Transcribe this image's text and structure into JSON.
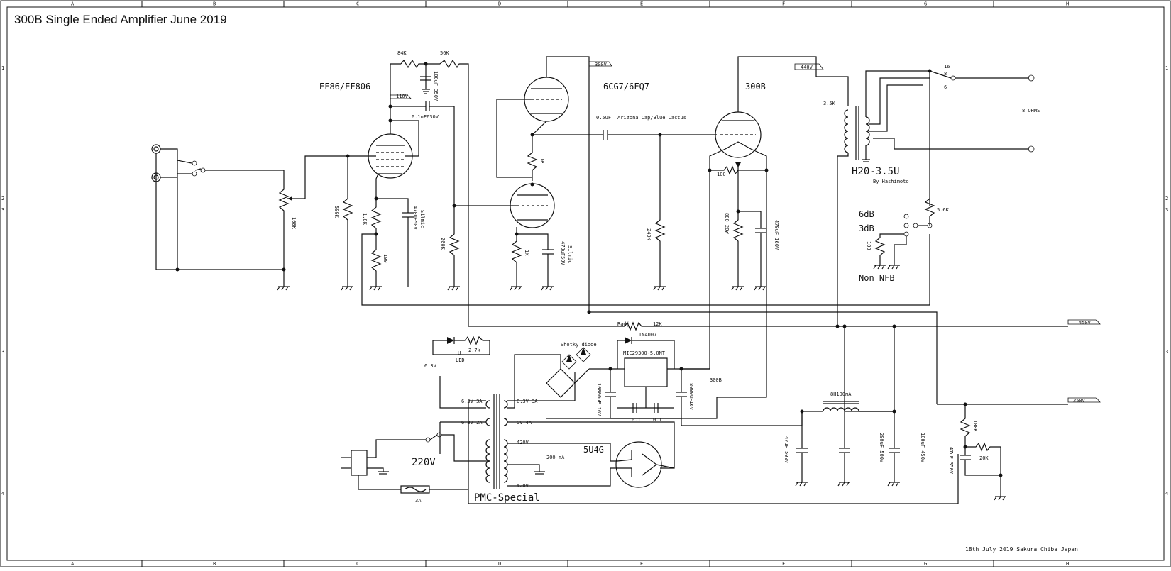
{
  "title": "300B  Single Ended Amplifier June 2019",
  "footer": "18th July 2019 Sakura Chiba Japan",
  "grid": {
    "columns": [
      "A",
      "B",
      "C",
      "D",
      "E",
      "F",
      "G",
      "H"
    ],
    "rows": [
      "1",
      "2",
      "3",
      "3",
      "4"
    ]
  },
  "tubes": {
    "input": "EF86/EF806",
    "driver": "6CG7/6FQ7",
    "output": "300B",
    "rectifier": "5U4G"
  },
  "voltages": {
    "v110": "110V",
    "v300": "300V",
    "v440": "440V",
    "v450": "450V",
    "v250": "250V",
    "filament_300b": "300B"
  },
  "parts": {
    "r84k": "84K",
    "r56k": "56K",
    "c100uf350": "100uF 350V",
    "c01uf630": "0.1uF630V",
    "pot100k": "100K",
    "r500k": "500K",
    "r18k": "1.8K",
    "r100_cath": "100",
    "c470uf50a": "470uF50V",
    "silmic_a": "Silmic",
    "r200k": "200K",
    "r1e": "1e",
    "r1k": "1K",
    "c470uf50b": "470uF50V",
    "silmic_b": "Silmic",
    "c05uf": "0.5uF",
    "arizona": "Arizona Cap/Blue Cactus",
    "r240k": "240K",
    "pot100_hum": "100",
    "r880": "880 20W",
    "c470uf160": "470uF 160V",
    "r35k": "3.5K",
    "xfmr": "H20-3.5U",
    "xfmr_by": "By Hashimoto",
    "tap16": "16",
    "tap8": "8",
    "tap6": "6",
    "ohms": "8 OHMS",
    "r56k_fb": "5.6K",
    "nfb6": "6dB",
    "nfb3": "3dB",
    "r100_fb": "100",
    "non_nfb": "Non NFB",
    "radj": "Radj",
    "r12k": "12K",
    "r27k": "2.7k",
    "led_u": "U",
    "led": "LED",
    "v63": "6.3V",
    "shotky": "Shotky diode",
    "in4007": "IN4007",
    "mic": "MIC29300-5.0NT",
    "c10000": "10000uF 16V",
    "c8000": "8000uF16V",
    "c01a": "0.1",
    "c01b": "0.1",
    "w63_3a_l": "6.3V 3A",
    "w63_3a_r": "6.3V 3A",
    "w63_2a": "6.3V 2A",
    "w5v4a": "5V 4A",
    "w420a": "420V",
    "w420b": "420V",
    "ma200": "200 mA",
    "mains": "220V",
    "fuse": "3A",
    "ptrans": "PMC-Special",
    "choke": "8H100mA",
    "c47uf500": "47uF 500V",
    "c200uf500": "200uF 500V",
    "c100uf450": "100uF 450V",
    "c47uf350": "47uF 350V",
    "r100k_dec": "100K",
    "r20k": "20K"
  }
}
